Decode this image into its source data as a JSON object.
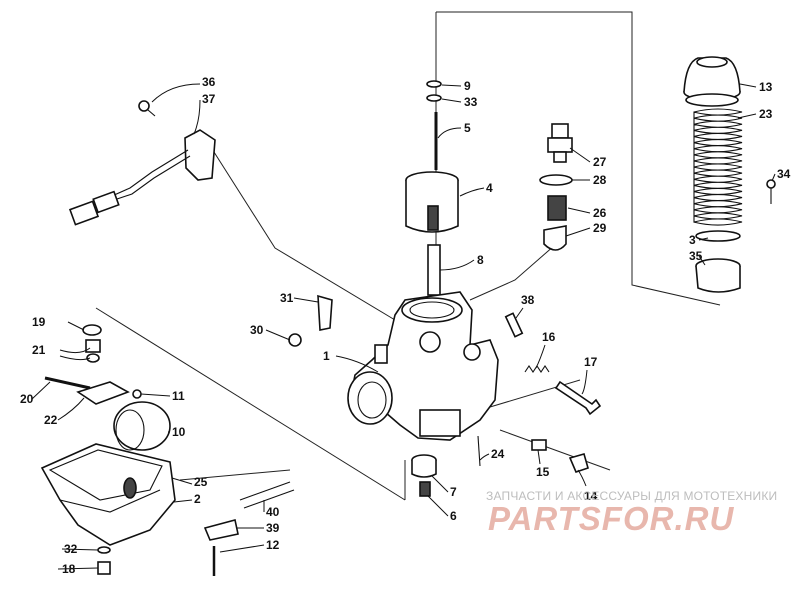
{
  "callouts": [
    {
      "id": "1",
      "label": "1"
    },
    {
      "id": "2",
      "label": "2"
    },
    {
      "id": "3",
      "label": "3"
    },
    {
      "id": "4",
      "label": "4"
    },
    {
      "id": "5",
      "label": "5"
    },
    {
      "id": "6",
      "label": "6"
    },
    {
      "id": "7",
      "label": "7"
    },
    {
      "id": "8",
      "label": "8"
    },
    {
      "id": "9",
      "label": "9"
    },
    {
      "id": "10",
      "label": "10"
    },
    {
      "id": "11",
      "label": "11"
    },
    {
      "id": "12",
      "label": "12"
    },
    {
      "id": "13",
      "label": "13"
    },
    {
      "id": "14",
      "label": "14"
    },
    {
      "id": "15",
      "label": "15"
    },
    {
      "id": "16",
      "label": "16"
    },
    {
      "id": "17",
      "label": "17"
    },
    {
      "id": "18",
      "label": "18"
    },
    {
      "id": "19",
      "label": "19"
    },
    {
      "id": "20",
      "label": "20"
    },
    {
      "id": "21",
      "label": "21"
    },
    {
      "id": "22",
      "label": "22"
    },
    {
      "id": "23",
      "label": "23"
    },
    {
      "id": "24",
      "label": "24"
    },
    {
      "id": "25",
      "label": "25"
    },
    {
      "id": "26",
      "label": "26"
    },
    {
      "id": "27",
      "label": "27"
    },
    {
      "id": "28",
      "label": "28"
    },
    {
      "id": "29",
      "label": "29"
    },
    {
      "id": "30",
      "label": "30"
    },
    {
      "id": "31",
      "label": "31"
    },
    {
      "id": "32",
      "label": "32"
    },
    {
      "id": "33",
      "label": "33"
    },
    {
      "id": "34",
      "label": "34"
    },
    {
      "id": "35",
      "label": "35"
    },
    {
      "id": "36",
      "label": "36"
    },
    {
      "id": "37",
      "label": "37"
    },
    {
      "id": "38",
      "label": "38"
    },
    {
      "id": "39",
      "label": "39"
    },
    {
      "id": "40",
      "label": "40"
    }
  ],
  "watermark": {
    "tagline": "ЗАПЧАСТИ И АКСЕССУАРЫ ДЛЯ МОТОТЕХНИКИ",
    "logo": "PARTSFOR.RU"
  }
}
